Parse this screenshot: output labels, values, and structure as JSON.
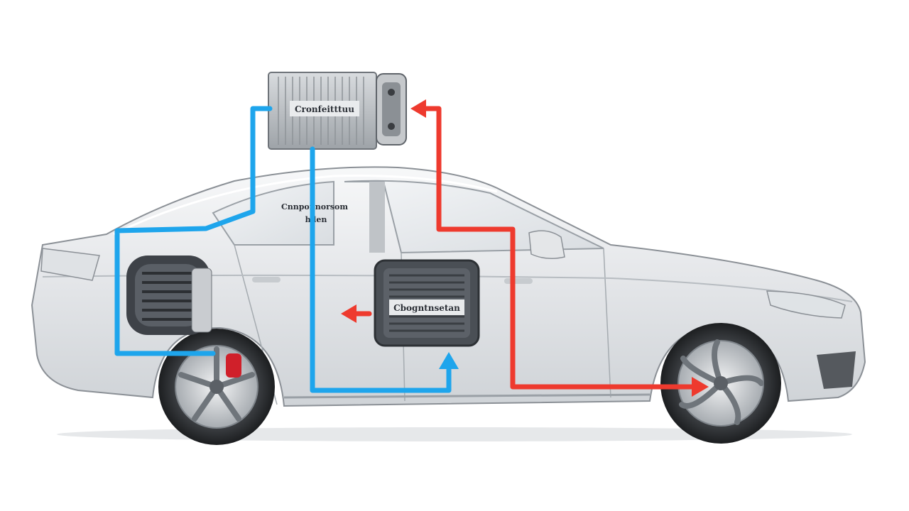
{
  "diagram": {
    "labels": {
      "top_component": "Cronfeitttuu",
      "window_label_line1": "Cnnponnorsom",
      "window_label_line2": "hden",
      "center_component": "Cbogntnsetan"
    },
    "colors": {
      "cold_line": "#1ea5ec",
      "hot_line": "#ee3a2e",
      "body": "#e8eaec",
      "outline": "#8b9096",
      "unit_dark": "#4a4f55"
    },
    "icons": [
      "arrow-left-icon",
      "arrow-up-icon",
      "arrow-right-icon"
    ]
  }
}
